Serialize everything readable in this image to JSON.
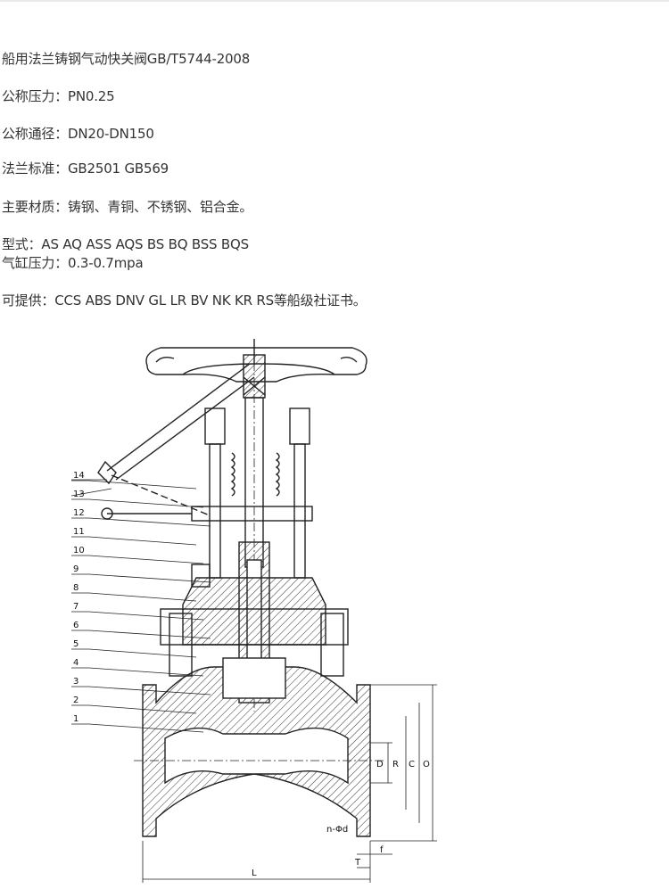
{
  "spec": {
    "title": "船用法兰铸钢气动快关阀GB/T5744-2008",
    "pressure": "公称压力：PN0.25",
    "diameter": "公称通径：DN20-DN150",
    "flange": "法兰标准：GB2501 GB569",
    "material": "主要材质：铸钢、青铜、不锈钢、铝合金。",
    "models": "型式：AS AQ ASS AQS BS BQ BSS BQS",
    "cylinder_pressure": "气缸压力：0.3-0.7mpa",
    "certificates": "可提供：CCS ABS DNV GL LR BV NK KR RS等船级社证书。"
  },
  "drawing": {
    "callouts": [
      "14",
      "13",
      "12",
      "11",
      "10",
      "9",
      "8",
      "7",
      "6",
      "5",
      "4",
      "3",
      "2",
      "1"
    ],
    "dims": {
      "D": "D",
      "R": "R",
      "C": "C",
      "O": "O",
      "nphi": "n-Φd",
      "T": "T",
      "f": "f",
      "L": "L"
    }
  }
}
